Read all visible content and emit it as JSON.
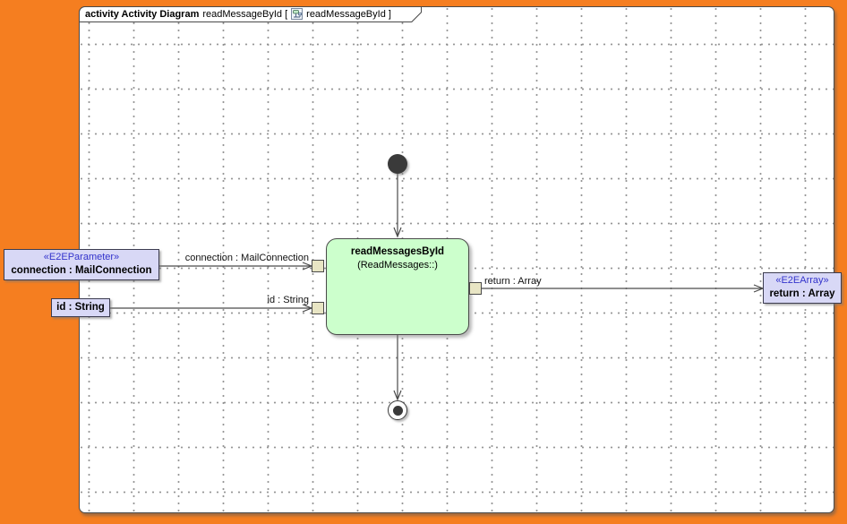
{
  "tab": {
    "title_bold": "activity Activity Diagram",
    "name_open": "readMessageById [",
    "name_close": "readMessageById ]",
    "icon": "activity-diagram-icon"
  },
  "nodes": {
    "activity": {
      "name": "readMessagesById",
      "subtitle": "(ReadMessages::)"
    },
    "param_connection": {
      "stereotype": "«E2EParameter»",
      "name": "connection : MailConnection"
    },
    "param_id": {
      "name": "id : String"
    },
    "param_return": {
      "stereotype": "«E2EArray»",
      "name": "return : Array"
    },
    "initial": {
      "type": "initial-node"
    },
    "final": {
      "type": "activity-final-node"
    }
  },
  "edges": {
    "connection": {
      "label": "connection : MailConnection"
    },
    "id": {
      "label": "id : String"
    },
    "return": {
      "label": "return : Array"
    }
  },
  "colors": {
    "frame-orange": "#F57E20",
    "activity-fill": "#CCFFCC",
    "node-fill-lavender": "#D8D8F6",
    "stereotype-blue": "#3333CC",
    "pin-fill": "#E8E5C4",
    "line": "#4A4A4A"
  }
}
